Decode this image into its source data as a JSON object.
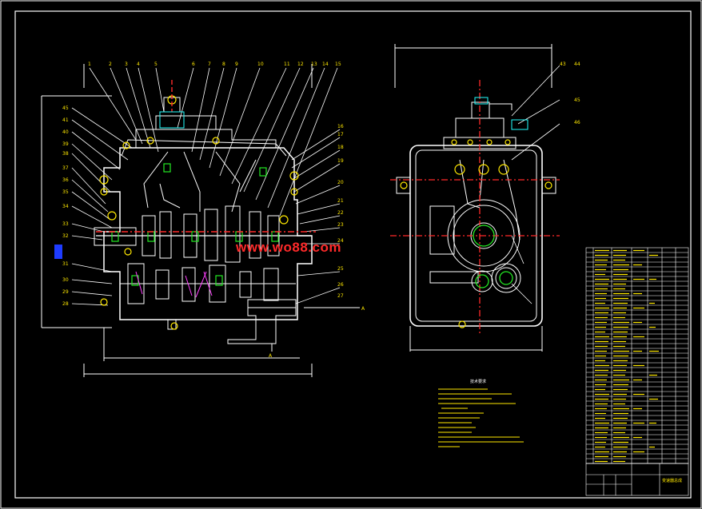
{
  "drawing": {
    "watermark_text": "www.wo88.com",
    "watermark_color": "#ff2a2a",
    "line_color": "#ffffff",
    "yellow": "#ffe800",
    "green": "#23e823",
    "red": "#ff2a2a",
    "magenta": "#ff40ff",
    "cyan": "#2ff",
    "front_view_labels": [
      "1",
      "2",
      "3",
      "4",
      "5",
      "6",
      "7",
      "8",
      "9",
      "10",
      "11",
      "12",
      "13",
      "14",
      "15"
    ],
    "left_labels": [
      "45",
      "41",
      "40",
      "39",
      "38",
      "37",
      "36",
      "35",
      "34",
      "33",
      "32",
      "31",
      "30",
      "29",
      "28"
    ],
    "right_labels": [
      "16",
      "17",
      "18",
      "19",
      "20",
      "21",
      "22",
      "23",
      "24",
      "25",
      "26",
      "27"
    ],
    "side_view_labels": [
      "43",
      "44",
      "45",
      "46"
    ],
    "section_marks": [
      "A",
      "A"
    ],
    "notes_title": "技术要求",
    "title_block_text": "变速器总成"
  }
}
